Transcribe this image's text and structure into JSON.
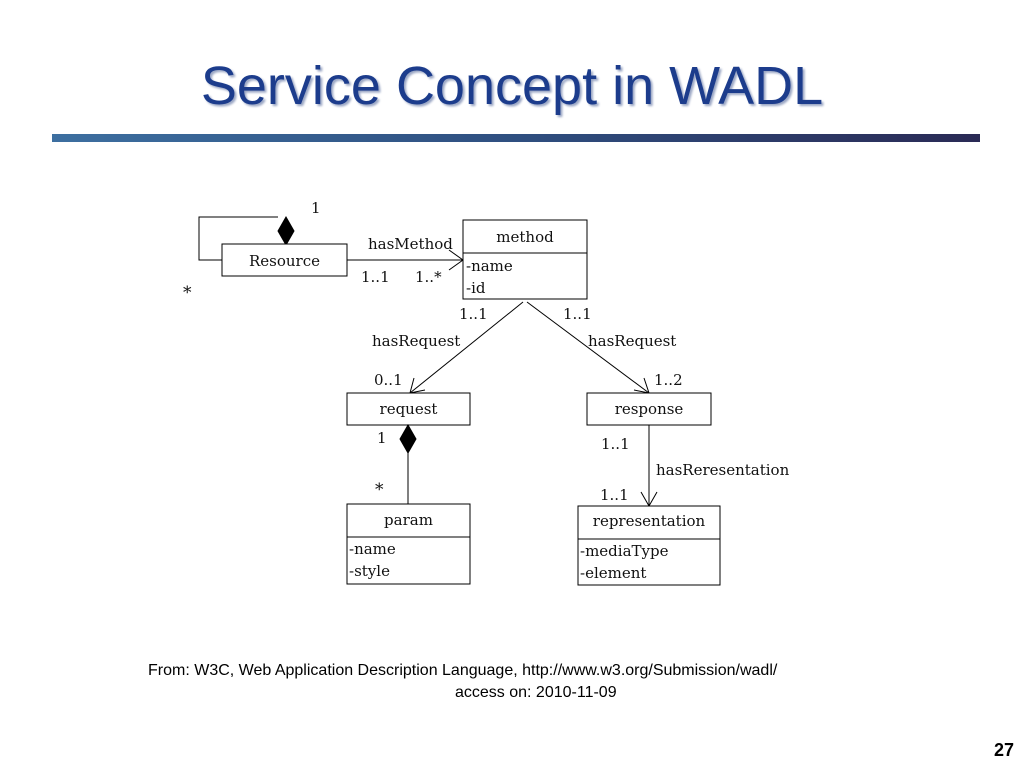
{
  "slide": {
    "title": "Service Concept in WADL",
    "source_line1": "From: W3C, Web Application Description Language, http://www.w3.org/Submission/wadl/",
    "source_line2": "access on: 2010-11-09",
    "page_number": "27",
    "colors": {
      "title": "#1c3c8c",
      "rule_start": "#3d6fa0",
      "rule_end": "#2a2a55"
    }
  },
  "diagram": {
    "classes": {
      "resource": {
        "name": "Resource",
        "attributes": []
      },
      "method": {
        "name": "method",
        "attributes": [
          "-name",
          "-id"
        ]
      },
      "request": {
        "name": "request",
        "attributes": []
      },
      "response": {
        "name": "response",
        "attributes": []
      },
      "param": {
        "name": "param",
        "attributes": [
          "-name",
          "-style"
        ]
      },
      "representation": {
        "name": "representation",
        "attributes": [
          "-mediaType",
          "-element"
        ]
      }
    },
    "associations": {
      "self": {
        "mult_whole": "1",
        "mult_part": "*"
      },
      "has_method": {
        "label": "hasMethod",
        "mult_source": "1..1",
        "mult_target": "1..*"
      },
      "has_request": {
        "label": "hasRequest",
        "mult_source": "1..1",
        "mult_target": "0..1"
      },
      "has_response": {
        "label": "hasRequest",
        "mult_source": "1..1",
        "mult_target": "1..2"
      },
      "request_param": {
        "mult_whole": "1",
        "mult_part": "*"
      },
      "has_representation": {
        "label": "hasReresentation",
        "mult_source": "1..1",
        "mult_target": "1..1"
      }
    }
  }
}
